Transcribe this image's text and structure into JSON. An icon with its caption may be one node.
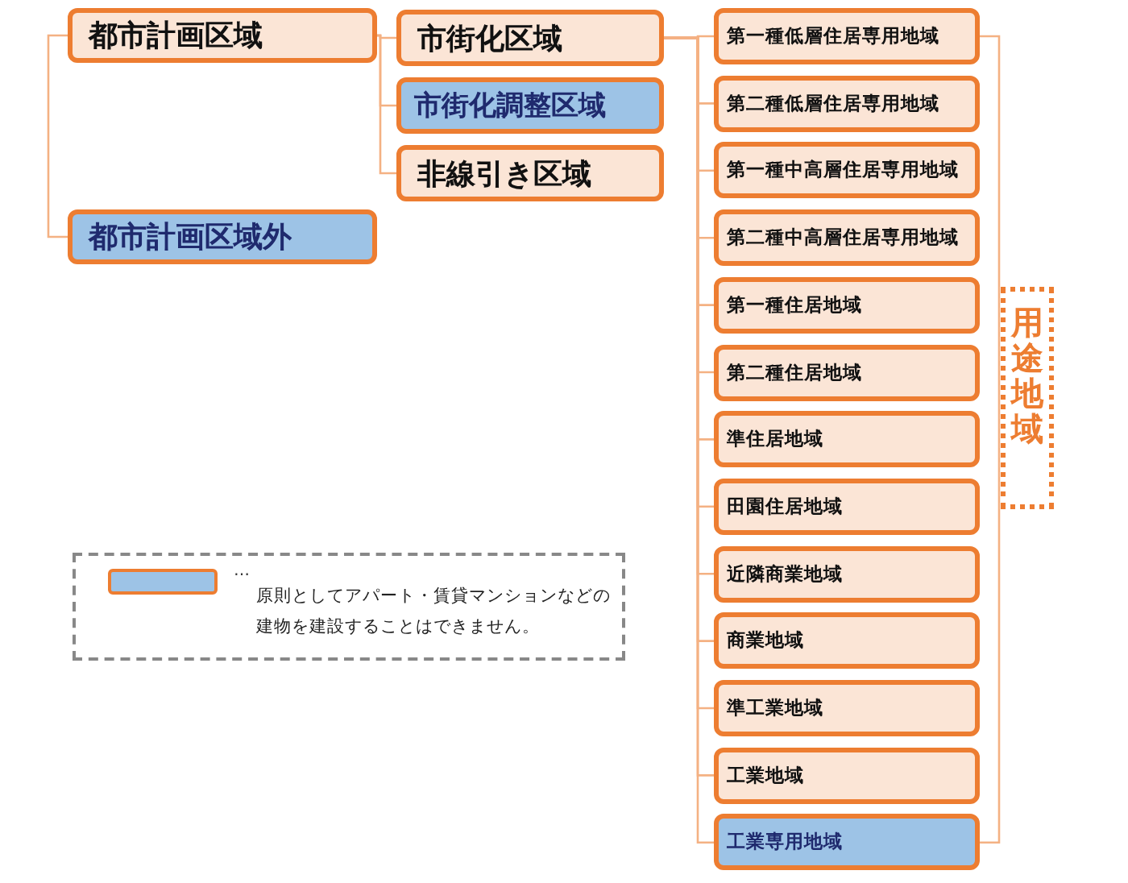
{
  "diagram": {
    "nodes": [
      {
        "text": [
          "都市計画区域"
        ]
      },
      {
        "text": [
          "都市計画区域外"
        ]
      },
      {
        "text": [
          "市街化区域"
        ]
      },
      {
        "text": [
          "市街化調整区域"
        ]
      },
      {
        "text": [
          "非線引き区域"
        ]
      },
      {
        "text": [
          "第一種低層住居専用地域"
        ]
      },
      {
        "text": [
          "第二種低層住居専用地域"
        ]
      },
      {
        "text": [
          "第一種中高層住居専用地域"
        ]
      },
      {
        "text": [
          "第二種中高層住居専用地域"
        ]
      },
      {
        "text": [
          "第一種住居地域"
        ]
      },
      {
        "text": [
          "第二種住居地域"
        ]
      },
      {
        "text": [
          "準住居地域"
        ]
      },
      {
        "text": [
          "田園住居地域"
        ]
      },
      {
        "text": [
          "近隣商業地域"
        ]
      },
      {
        "text": [
          "商業地域"
        ]
      },
      {
        "text": [
          "準工業地域"
        ]
      },
      {
        "text": [
          "工業地域"
        ]
      },
      {
        "text": [
          "工業専用地域"
        ]
      },
      {
        "text": [
          "用途地域"
        ]
      }
    ],
    "edges": [
      {
        "from": 0,
        "to": 1,
        "arrow": "none"
      },
      {
        "from": 0,
        "to": 2,
        "arrow": "none"
      },
      {
        "from": 0,
        "to": 3,
        "arrow": "none"
      },
      {
        "from": 0,
        "to": 4,
        "arrow": "none"
      },
      {
        "from": 2,
        "to": 5,
        "arrow": "none"
      },
      {
        "from": 2,
        "to": 6,
        "arrow": "none"
      },
      {
        "from": 2,
        "to": 7,
        "arrow": "none"
      },
      {
        "from": 2,
        "to": 8,
        "arrow": "none"
      },
      {
        "from": 2,
        "to": 9,
        "arrow": "none"
      },
      {
        "from": 2,
        "to": 10,
        "arrow": "none"
      },
      {
        "from": 2,
        "to": 11,
        "arrow": "none"
      },
      {
        "from": 2,
        "to": 12,
        "arrow": "none"
      },
      {
        "from": 2,
        "to": 13,
        "arrow": "none"
      },
      {
        "from": 2,
        "to": 14,
        "arrow": "none"
      },
      {
        "from": 2,
        "to": 15,
        "arrow": "none"
      },
      {
        "from": 2,
        "to": 16,
        "arrow": "none"
      },
      {
        "from": 2,
        "to": 17,
        "arrow": "none"
      }
    ],
    "labels": [
      "…"
    ],
    "legend": [
      {
        "text": "原則としてアパート・賃貸マンションなどの建物を建設することはできません。",
        "color": "#9dc3e6"
      }
    ]
  }
}
